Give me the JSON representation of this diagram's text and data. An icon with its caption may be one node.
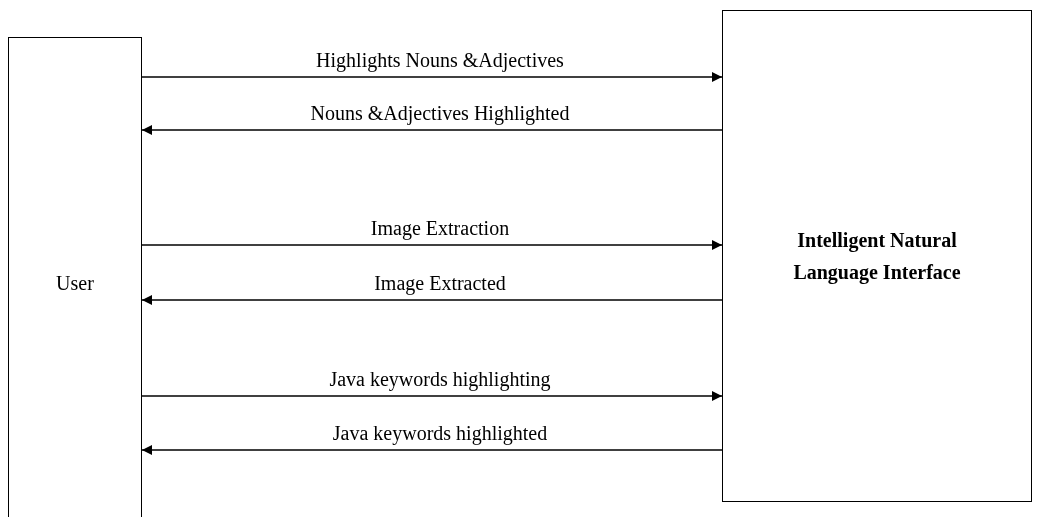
{
  "diagram": {
    "nodes": [
      {
        "text": [
          "User"
        ]
      },
      {
        "text": [
          "Intelligent Natural Language Interface"
        ]
      }
    ],
    "edges": [
      {
        "from": 0,
        "to": 1,
        "arrow": "to",
        "label": "Highlights Nouns &Adjectives"
      },
      {
        "from": 1,
        "to": 0,
        "arrow": "to",
        "label": "Nouns &Adjectives Highlighted"
      },
      {
        "from": 0,
        "to": 1,
        "arrow": "to",
        "label": "Image Extraction"
      },
      {
        "from": 1,
        "to": 0,
        "arrow": "to",
        "label": "Image Extracted"
      },
      {
        "from": 0,
        "to": 1,
        "arrow": "to",
        "label": "Java keywords highlighting"
      },
      {
        "from": 1,
        "to": 0,
        "arrow": "to",
        "label": "Java keywords highlighted"
      }
    ]
  }
}
